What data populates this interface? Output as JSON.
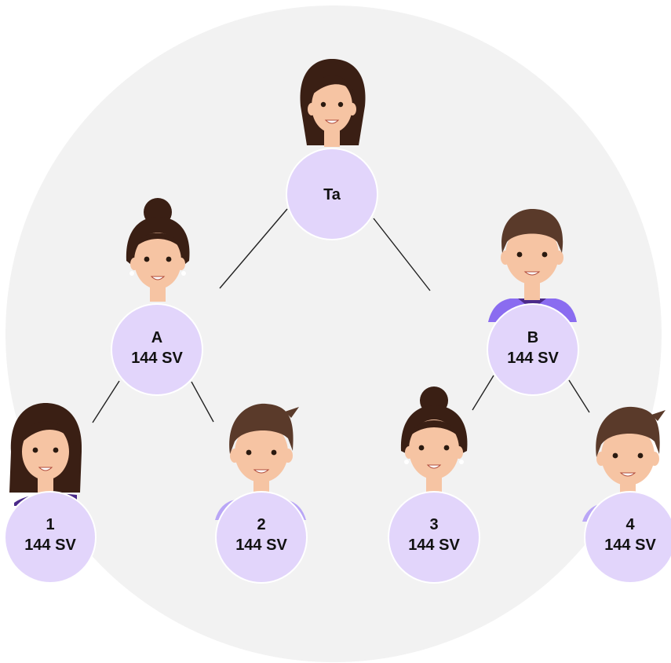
{
  "colors": {
    "background_circle": "#f2f2f2",
    "node_fill": "#e2d5fb",
    "node_stroke": "#ffffff",
    "connector": "#222222",
    "skin": "#f6c4a3",
    "hair_dark": "#3a1f14",
    "hair_brown": "#5a3a2a",
    "shirt_purple": "#8a6cf0",
    "shirt_dark": "#4b2a8a"
  },
  "nodes": {
    "root": {
      "name": "Ta",
      "value": "",
      "avatar": "woman-long-hair-icon"
    },
    "a": {
      "name": "A",
      "value": "144 SV",
      "avatar": "woman-bun-hair-icon"
    },
    "b": {
      "name": "B",
      "value": "144 SV",
      "avatar": "man-short-hair-icon"
    },
    "n1": {
      "name": "1",
      "value": "144 SV",
      "avatar": "woman-long-hair-icon"
    },
    "n2": {
      "name": "2",
      "value": "144 SV",
      "avatar": "man-short-hair-icon"
    },
    "n3": {
      "name": "3",
      "value": "144 SV",
      "avatar": "woman-bun-hair-icon"
    },
    "n4": {
      "name": "4",
      "value": "144 SV",
      "avatar": "man-short-hair-icon"
    }
  }
}
